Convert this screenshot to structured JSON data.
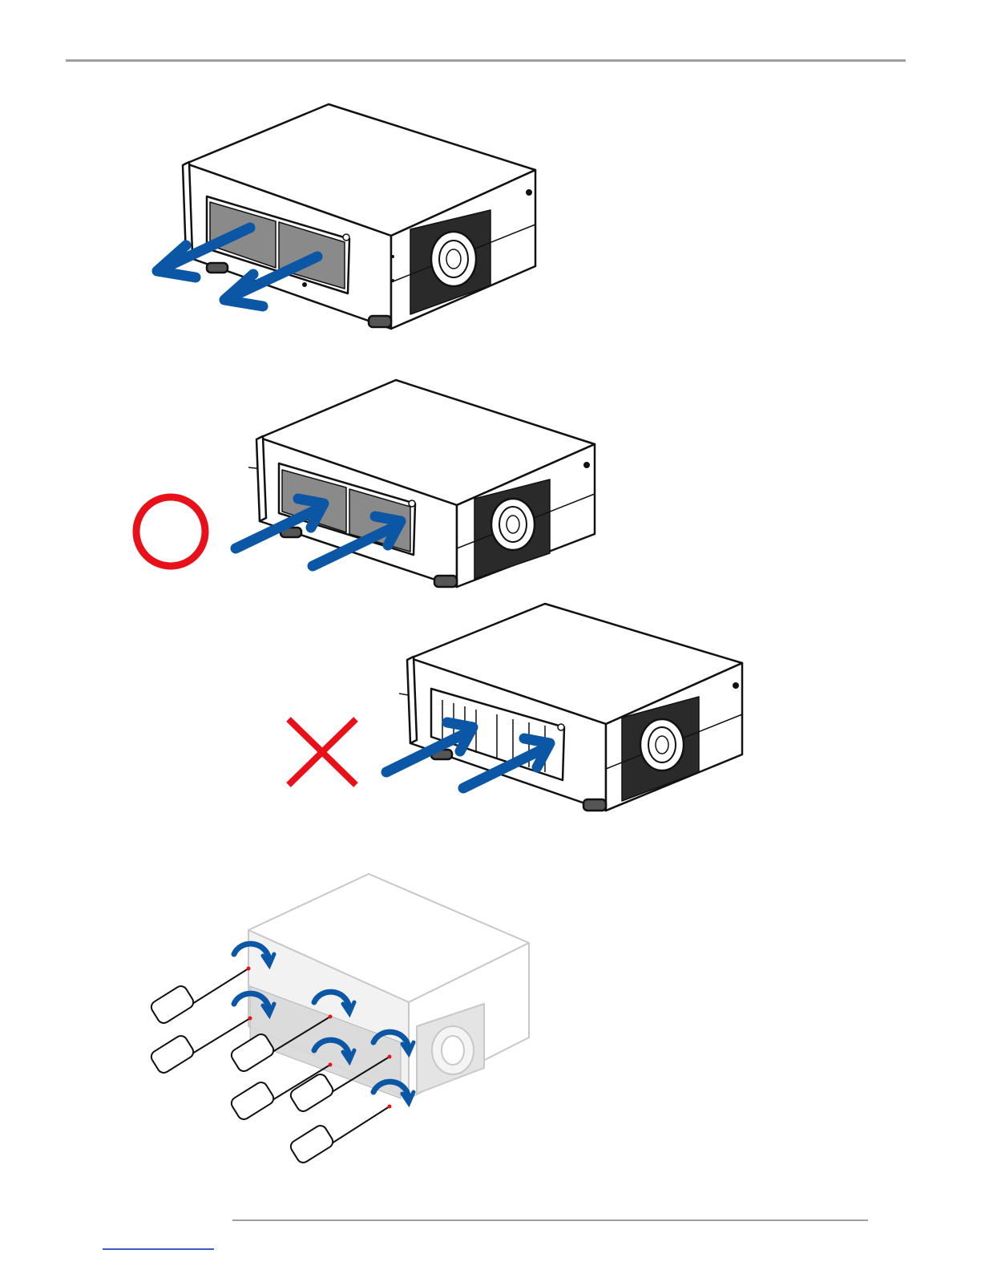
{
  "page": {
    "figures": [
      {
        "id": "remove-filter",
        "action": "pull-out",
        "arrow_color": "#0b57a6"
      },
      {
        "id": "insert-filter-correct",
        "action": "push-in",
        "mark": "correct",
        "mark_color": "#e8111a"
      },
      {
        "id": "insert-without-filter-wrong",
        "action": "push-in",
        "mark": "incorrect",
        "mark_color": "#e8111a"
      },
      {
        "id": "tighten-screws",
        "action": "rotate-clockwise",
        "screw_count": 6,
        "arrow_color": "#0b57a6"
      }
    ],
    "colors": {
      "rule": "#9e9e9e",
      "accent_blue": "#0b57a6",
      "mark_red": "#e8111a",
      "filter_gray": "#8a8a8a"
    }
  }
}
